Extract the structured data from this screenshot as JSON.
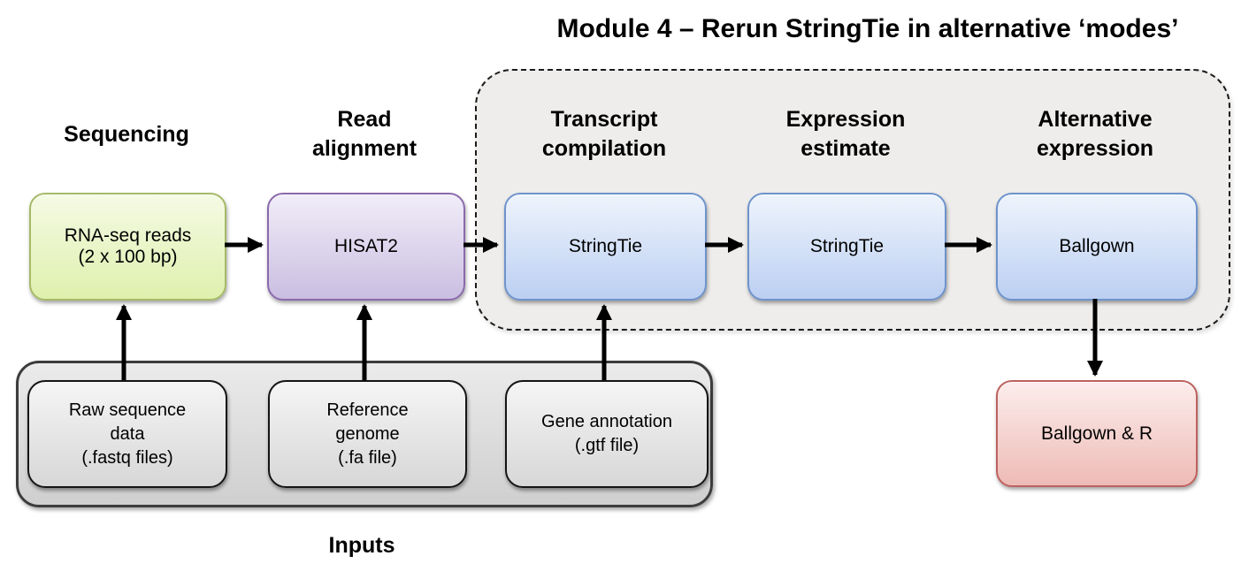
{
  "title": "Module 4 – Rerun StringTie in alternative ‘modes’",
  "columns": [
    {
      "header": "Sequencing",
      "box": "RNA-seq reads (2 x 100 bp)"
    },
    {
      "header": "Read alignment",
      "box": "HISAT2"
    },
    {
      "header": "Transcript compilation",
      "box": "StringTie"
    },
    {
      "header": "Expression estimate",
      "box": "StringTie"
    },
    {
      "header": "Alternative expression",
      "box": "Ballgown"
    }
  ],
  "output_box": "Ballgown & R",
  "inputs": {
    "label": "Inputs",
    "boxes": [
      {
        "name": "Raw sequence data",
        "file": "(.fastq files)"
      },
      {
        "name": "Reference genome",
        "file": "(.fa file)"
      },
      {
        "name": "Gene annotation",
        "file": "(.gtf file)"
      }
    ]
  },
  "colors": {
    "green_top": "#f5fae5",
    "green_bottom": "#dff0ad",
    "green_border": "#a6ba68",
    "purple_top": "#f1edf8",
    "purple_bottom": "#cabee1",
    "purple_border": "#8a69ac",
    "blue_top": "#eef4fc",
    "blue_bottom": "#bccff2",
    "blue_border": "#6e93cb",
    "red_top": "#fcedec",
    "red_bottom": "#eebbb6",
    "red_border": "#bd625f",
    "module_fill": "#eeedeb",
    "arrow": "#000000"
  }
}
